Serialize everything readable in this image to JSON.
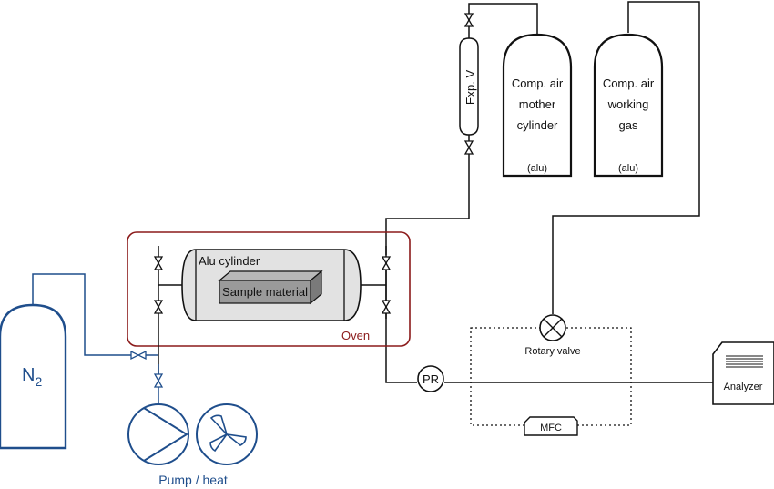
{
  "colors": {
    "black": "#111111",
    "blue": "#1f4e8c",
    "oven_red": "#8b1a1a",
    "alu_fill": "#e2e2e2",
    "sample_fill": "#9a9a9a"
  },
  "labels": {
    "exp_v": "Exp. V",
    "mother_cyl": [
      "Comp. air",
      "mother",
      "cylinder"
    ],
    "mother_alu": "(alu)",
    "working_cyl": [
      "Comp. air",
      "working",
      "gas"
    ],
    "working_alu": "(alu)",
    "alu_cylinder": "Alu cylinder",
    "sample_material": "Sample material",
    "oven": "Oven",
    "n2_main": "N",
    "n2_sub": "2",
    "pump_heat": "Pump / heat",
    "pr": "PR",
    "rotary_valve": "Rotary valve",
    "mfc": "MFC",
    "analyzer": "Analyzer"
  },
  "icons": {
    "valve": "valve-icon",
    "pump": "pump-icon",
    "fan": "fan-icon",
    "rotary_valve": "rotary-valve-icon",
    "analyzer": "analyzer-icon"
  }
}
